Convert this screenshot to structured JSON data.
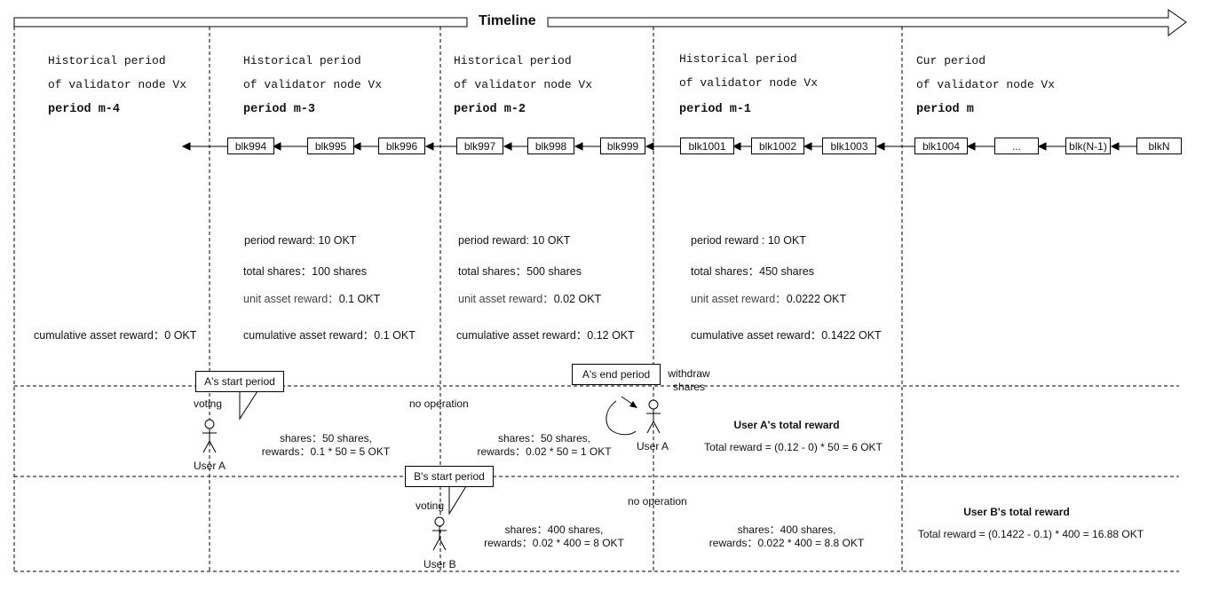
{
  "timeline_label": "Timeline",
  "periods": [
    {
      "line1": "Historical period",
      "line2": "of validator node Vx",
      "line3": "period m-4"
    },
    {
      "line1": "Historical period",
      "line2": "of validator node Vx",
      "line3": "period m-3"
    },
    {
      "line1": "Historical period",
      "line2": "of validator node Vx",
      "line3": "period m-2"
    },
    {
      "line1": "Historical period",
      "line2": "of validator node Vx",
      "line3": "period m-1"
    },
    {
      "line1": "Cur period",
      "line2": "of validator node Vx",
      "line3": "period m"
    }
  ],
  "blocks": [
    "blk994",
    "blk995",
    "blk996",
    "blk997",
    "blk998",
    "blk999",
    "blk1001",
    "blk1002",
    "blk1003",
    "blk1004",
    "...",
    "blk(N-1)",
    "blkN"
  ],
  "rewards": [
    {
      "period_reward": "period reward: 10 OKT",
      "total_shares": "total shares：100 shares",
      "unit_reward": "unit asset reward：",
      "unit_value": "0.1 OKT",
      "cumulative": "cumulative asset reward：0.1 OKT"
    },
    {
      "period_reward": "period reward: 10 OKT",
      "total_shares": "total shares：500 shares",
      "unit_reward": "unit asset reward：",
      "unit_value": "0.02 OKT",
      "cumulative": "cumulative asset reward：0.12 OKT"
    },
    {
      "period_reward": "period reward : 10 OKT",
      "total_shares": "total shares：450 shares",
      "unit_reward": "unit asset reward：",
      "unit_value": "0.0222 OKT",
      "cumulative": "cumulative asset reward：0.1422 OKT"
    }
  ],
  "cumulative_first": "cumulative asset reward：0 OKT",
  "user_a": {
    "start_callout": "A's start period",
    "voting": "voting",
    "label": "User A",
    "no_operation": "no operation",
    "shares1": "shares：50 shares,",
    "rewards1": "rewards：0.1 * 50 = 5 OKT",
    "shares2": "shares：50 shares,",
    "rewards2": "rewards：0.02 * 50 = 1 OKT",
    "end_callout": "A's end period",
    "withdraw1": "withdraw",
    "withdraw2": "shares",
    "label2": "User A",
    "total_title": "User A's total reward",
    "total_formula": "Total reward = (0.12 - 0) * 50 = 6 OKT"
  },
  "user_b": {
    "start_callout": "B's start period",
    "voting": "voting",
    "label": "User B",
    "no_operation": "no operation",
    "shares1": "shares：400 shares,",
    "rewards1": "rewards：0.02 * 400 = 8 OKT",
    "shares2": "shares：400 shares,",
    "rewards2": "rewards：0.022 * 400 = 8.8 OKT",
    "total_title": "User B's total reward",
    "total_formula": "Total reward = (0.1422 - 0.1) * 400 = 16.88 OKT"
  }
}
